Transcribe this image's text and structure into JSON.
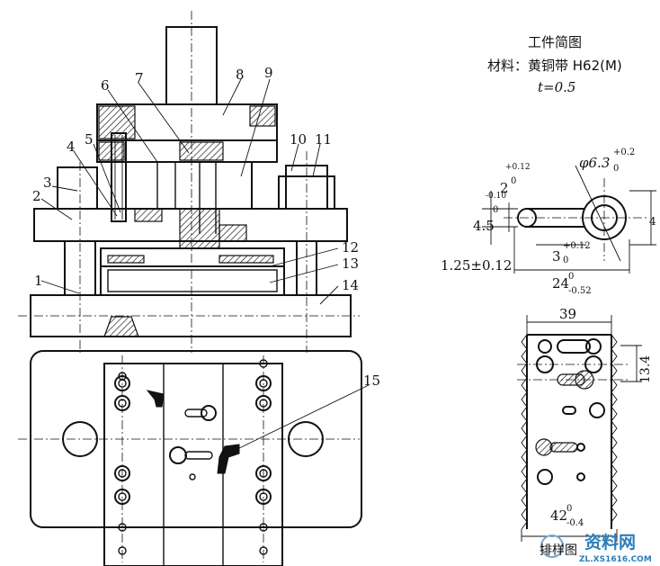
{
  "workpiece": {
    "title": "工件简图",
    "material": "材料：黄铜带 H62(M)",
    "thickness": "t=0.5"
  },
  "part_labels": [
    "1",
    "2",
    "3",
    "4",
    "5",
    "6",
    "7",
    "8",
    "9",
    "10",
    "11",
    "12",
    "13",
    "14",
    "15"
  ],
  "dimensions": {
    "dia": "φ6.3",
    "dia_tol_upper": "+0.2",
    "dia_tol_lower": "0",
    "d45": "4.5",
    "d45_tol_upper": "0",
    "d45_tol_lower": "-0.10",
    "d2": "2",
    "d2_tol_upper": "+0.12",
    "d2_tol_lower": "0",
    "d3": "3",
    "d3_tol_upper": "+0.12",
    "d3_tol_lower": "0",
    "d125": "1.25±0.12",
    "d24": "24",
    "d24_tol_upper": "0",
    "d24_tol_lower": "-0.52",
    "strip_39": "39",
    "strip_134": "13.4",
    "strip_42": "42",
    "strip_42_tol_upper": "0",
    "strip_42_tol_lower": "-0.4",
    "cut_right": "4"
  },
  "watermark": {
    "logo": "资料网",
    "url": "ZL.XS1616.COM",
    "badge": "排样图"
  }
}
